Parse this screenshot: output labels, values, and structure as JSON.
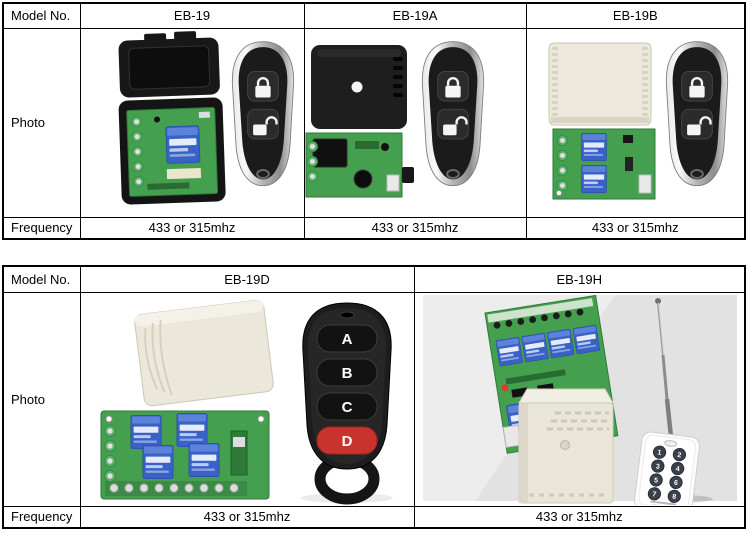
{
  "page": {
    "background": "#ffffff",
    "border_color": "#000000"
  },
  "colors": {
    "pcb_green": "#44a04f",
    "relay_blue": "#3a62c6",
    "terminal_green": "#4db360",
    "cream_enclosure": "#ece8db",
    "chrome_silver": "#bfbfbf",
    "remote_black": "#1d1d1d",
    "button_red": "#c8332e",
    "photo_background_gray": "#e2e2e2"
  },
  "table_top": {
    "model_label": "Model No.",
    "photo_label": "Photo",
    "frequency_label": "Frequency",
    "models": [
      "EB-19",
      "EB-19A",
      "EB-19B"
    ],
    "frequencies": [
      "433 or 315mhz",
      "433 or 315mhz",
      "433 or 315mhz"
    ]
  },
  "table_bottom": {
    "model_label": "Model No.",
    "photo_label": "Photo",
    "frequency_label": "Frequency",
    "models": [
      "EB-19D",
      "EB-19H"
    ],
    "frequencies": [
      "433 or 315mhz",
      "433 or 315mhz"
    ]
  },
  "remote_four_button": {
    "labels": [
      "A",
      "B",
      "C",
      "D"
    ]
  },
  "remote_eight_button": {
    "labels": [
      "1",
      "2",
      "3",
      "4",
      "5",
      "6",
      "7",
      "8"
    ]
  }
}
